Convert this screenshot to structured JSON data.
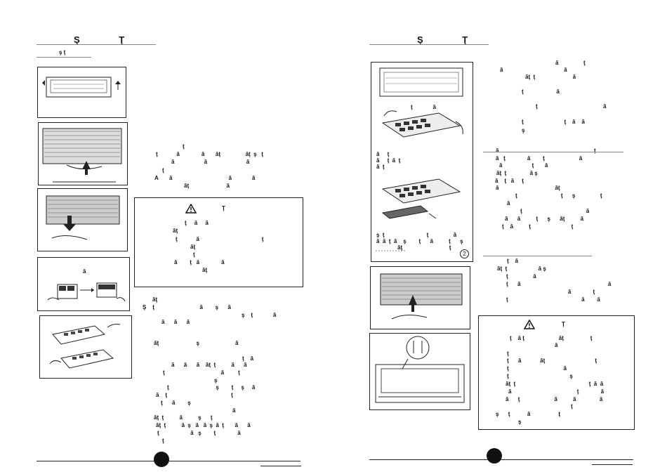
{
  "left": {
    "header": "Ş Ţ",
    "subheader": "ş ţ",
    "body_lines": [
      "ţ",
      "ţ            ă              ă       ăţ                ăţ  ş   ţ",
      "ă                   ă                         ă",
      "ţ",
      "A       ă                                    ă             ă",
      "ăţ                        ă"
    ],
    "warning": {
      "title": "Ţ",
      "lines": [
        "ţ     ă     ă",
        "ăţ",
        "ţ            ă                                        ţ",
        "ăţ",
        "ţ",
        "ă        ţ   ă              ă",
        "ăţ"
      ]
    },
    "body2_lines": [
      "ăţ",
      "Ş    ţ                             ă        ş      ă",
      "ş    ţ             ă",
      "ă      ă      ă",
      "",
      "ăţ                        ş                       ă",
      "",
      "ţ    ă",
      "ă      ă      ă    ăţ  ţ          ă      ă",
      "ţ                                    ă         ţ",
      "ş",
      "ţ                              ş        ţ     ş     ă",
      "ă    ţ                                         ţ",
      "ţ      ă        ş",
      "ă",
      "ăţ  ţ          ă          ş      ţ",
      "ăţ  ţ          ă  ş   ă   ă  ş  ă  ţ       ă      ă",
      "ţ                    ă   ş        ţ              ă",
      "ţ"
    ],
    "fig4_label": "ă"
  },
  "right": {
    "header": "Ş Ţ",
    "body_lines": [
      "ă                ţ",
      "ă                                       ă",
      "ăţ  ţ                        ă",
      "",
      "ţ                     ă",
      "",
      "ţ                                          ă",
      "",
      "ţ                          ţ    ă    ă",
      "ş"
    ],
    "section2_title": "ă                                                             ţ",
    "section2_lines": [
      "ă   ţ              ă        ţ                      ă",
      "ă                   ţ       ă",
      "ăţ  ţ               ă ş",
      "ă    ţ   ă     ţ",
      "ă                                    ăţ",
      "ţ                            ţ      ş                ţ",
      "ă",
      "ţ                                         ă",
      "ă      ă          ţ      ş      ăţ          ă",
      "ţ    ă          ţ                          ţ"
    ],
    "section3_title": "ţ    ă",
    "section3_lines": [
      "ăţ  ţ                    ă ş",
      "ţ                ă",
      "ţ      ă                                                        ă",
      "                                        ă              ţ",
      "ţ                                               ă        ă"
    ],
    "warning": {
      "title": "Ţ",
      "lines": [
        "ţ    ă ţ                      ăţ                 ţ",
        "ă",
        "ţ",
        "ţ      ă            ăţ                                ţ",
        "ţ                                   ă",
        "ţ                                       ş",
        "ăţ  ţ                                               ţ  ă  ă",
        "ă                                          ţ              ă",
        "ă      ţ                      ă          ă               ă",
        "ţ",
        "ş      ţ           ă                  ţ",
        "ş"
      ]
    },
    "fig1_caption_lines": [
      "ş  ţ                           ţ                ă",
      "ă  ă  ţ  ă    ş        ţ      ă          ţ      ş",
      "ăţ                              ţ"
    ],
    "fig1_inner_lines": [
      "ţ             ă",
      "ă     ţ",
      "ă     ţ  ă  ţ",
      "ă  ţ"
    ],
    "fig1_number": "2"
  }
}
